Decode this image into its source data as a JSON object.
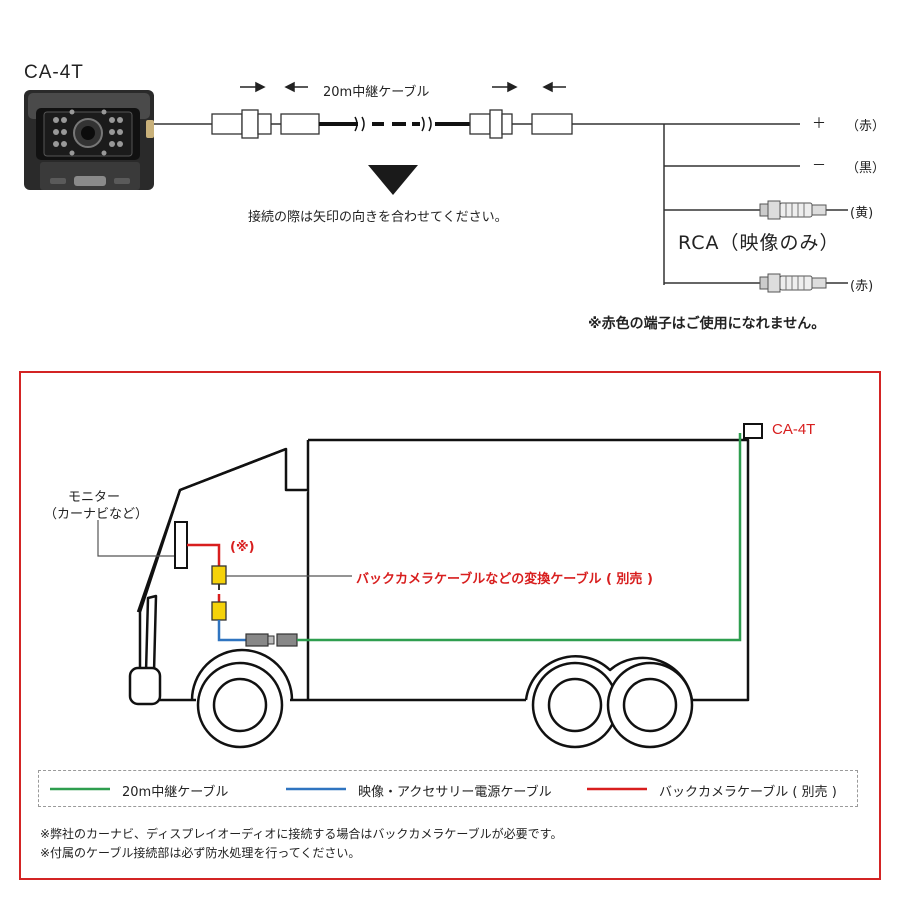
{
  "top": {
    "camera_model": "CA-4T",
    "extension_cable_label": "20m中継ケーブル",
    "arrow_instruction": "接続の際は矢印の向きを合わせてください。",
    "wires": [
      {
        "symbol": "＋",
        "color_label": "（赤）"
      },
      {
        "symbol": "－",
        "color_label": "（黒）"
      }
    ],
    "rca_plugs": [
      {
        "color_label": "(黄)"
      },
      {
        "color_label": "(赤)"
      }
    ],
    "rca_label": "RCA（映像のみ）",
    "red_terminal_note": "※赤色の端子はご使用になれません。"
  },
  "truck": {
    "monitor_label_line1": "モニター",
    "monitor_label_line2": "（カーナビなど）",
    "asterisk_mark": "(※)",
    "conversion_cable_label": "バックカメラケーブルなどの変換ケーブル ( 別売 )",
    "camera_label": "CA-4T"
  },
  "legend": {
    "items": [
      {
        "label": "20m中継ケーブル",
        "color": "#2e9e4f"
      },
      {
        "label": "映像・アクセサリー電源ケーブル",
        "color": "#2f74c0"
      },
      {
        "label": "バックカメラケーブル ( 別売 )",
        "color": "#d81e1e"
      }
    ]
  },
  "notes": [
    "※弊社のカーナビ、ディスプレイオーディオに接続する場合はバックカメラケーブルが必要です。",
    "※付属のケーブル接続部は必ず防水処理を行ってください。"
  ],
  "colors": {
    "frame": "#d32424",
    "green": "#2e9e4f",
    "blue": "#2f74c0",
    "red": "#d81e1e",
    "yellow": "#f5d20a"
  }
}
